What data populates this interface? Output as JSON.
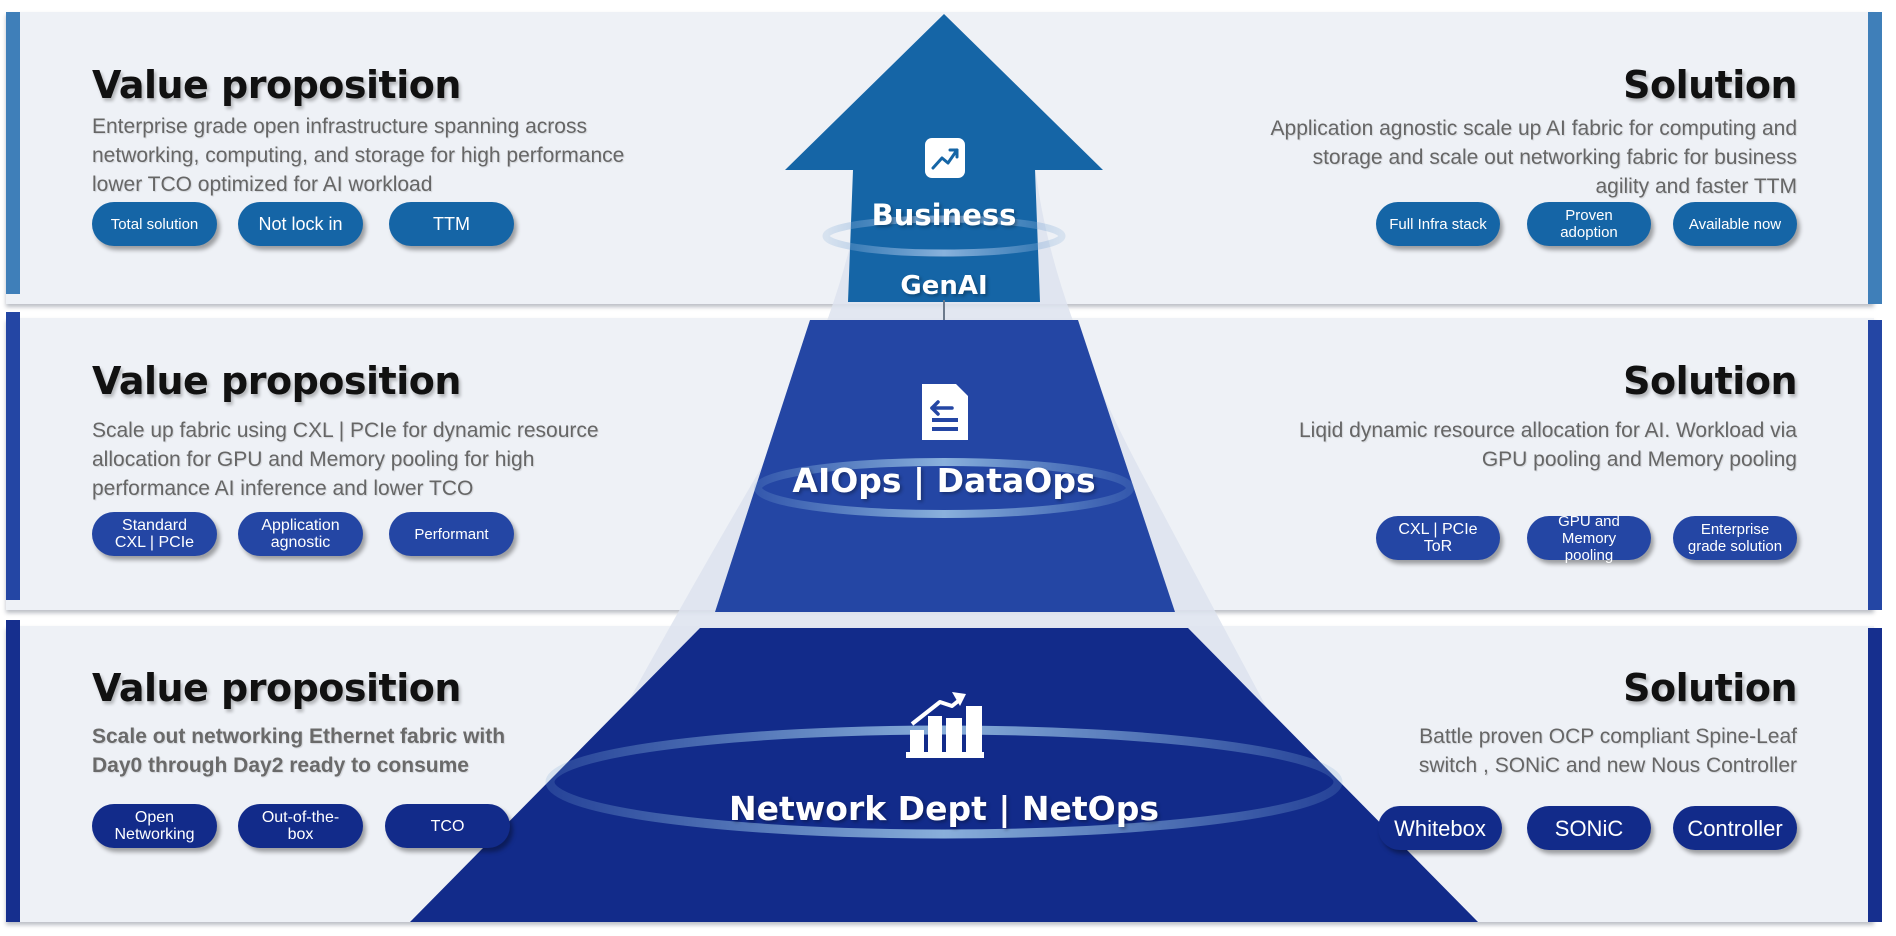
{
  "tiers": [
    {
      "left": {
        "title": "Value proposition",
        "lines": [
          "Enterprise grade open infrastructure spanning across",
          "networking, computing, and storage for high performance",
          "lower TCO optimized for AI workload"
        ],
        "pills": [
          "Total solution",
          "Not lock in",
          "TTM"
        ]
      },
      "right": {
        "title": "Solution",
        "lines": [
          "Application agnostic scale up AI fabric for computing and",
          "storage and scale out networking fabric for business",
          "agility and faster TTM"
        ],
        "pills": [
          [
            "Full Infra stack"
          ],
          [
            "Proven",
            "adoption"
          ],
          [
            "Available now"
          ]
        ]
      },
      "center": {
        "label": "Business",
        "sublabel": "GenAI",
        "icon": "trend-up-icon"
      }
    },
    {
      "left": {
        "title": "Value proposition",
        "lines": [
          "Scale up fabric using CXL | PCIe for dynamic resource",
          "allocation for GPU and Memory pooling for high",
          "performance AI inference and lower TCO"
        ],
        "pills": [
          [
            "Standard",
            "CXL | PCIe"
          ],
          [
            "Application",
            "agnostic"
          ],
          [
            "Performant"
          ]
        ]
      },
      "right": {
        "title": "Solution",
        "lines": [
          "Liqid dynamic resource allocation for AI. Workload via",
          "GPU pooling and Memory pooling"
        ],
        "pills": [
          [
            "CXL | PCIe",
            "ToR"
          ],
          [
            "GPU and Memory",
            "pooling"
          ],
          [
            "Enterprise",
            "grade solution"
          ]
        ]
      },
      "center": {
        "label": "AIOps | DataOps",
        "icon": "document-arrow-icon"
      }
    },
    {
      "left": {
        "title": "Value proposition",
        "lines": [
          "Scale out networking Ethernet fabric with",
          "Day0 through Day2 ready to consume"
        ],
        "pills": [
          [
            "Open",
            "Networking"
          ],
          [
            "Out-of-the-",
            "box"
          ],
          [
            "TCO"
          ]
        ]
      },
      "right": {
        "title": "Solution",
        "lines": [
          "Battle proven OCP compliant Spine-Leaf",
          "switch , SONiC and new Nous Controller"
        ],
        "pills": [
          "Whitebox",
          "SONiC",
          "Controller"
        ]
      },
      "center": {
        "label": "Network Dept | NetOps",
        "icon": "growth-bars-icon"
      }
    }
  ],
  "colors": {
    "tier1": "#1565a6",
    "tier2": "#2446a4",
    "tier3": "#122b8a",
    "band": "#eef1f6"
  }
}
